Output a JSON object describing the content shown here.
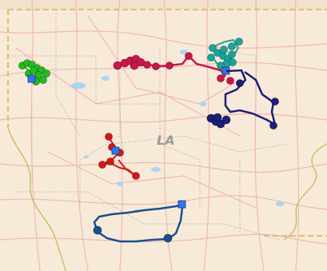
{
  "map": {
    "state_label": "LA",
    "colors": {
      "land": "#f7ead8",
      "road": "#f2b3ae",
      "water": "#a9d4f2",
      "county": "#b8b2a8",
      "state_border": "#d8c26a",
      "river": "#c8be64"
    }
  },
  "tracks": [
    {
      "name": "green",
      "color": "#22bb22"
    },
    {
      "name": "crimson",
      "color": "#c8174c"
    },
    {
      "name": "teal",
      "color": "#1aa59a"
    },
    {
      "name": "navy",
      "color": "#1d1f7a"
    },
    {
      "name": "red",
      "color": "#d01a1a"
    },
    {
      "name": "blue",
      "color": "#1c4f8f"
    }
  ]
}
